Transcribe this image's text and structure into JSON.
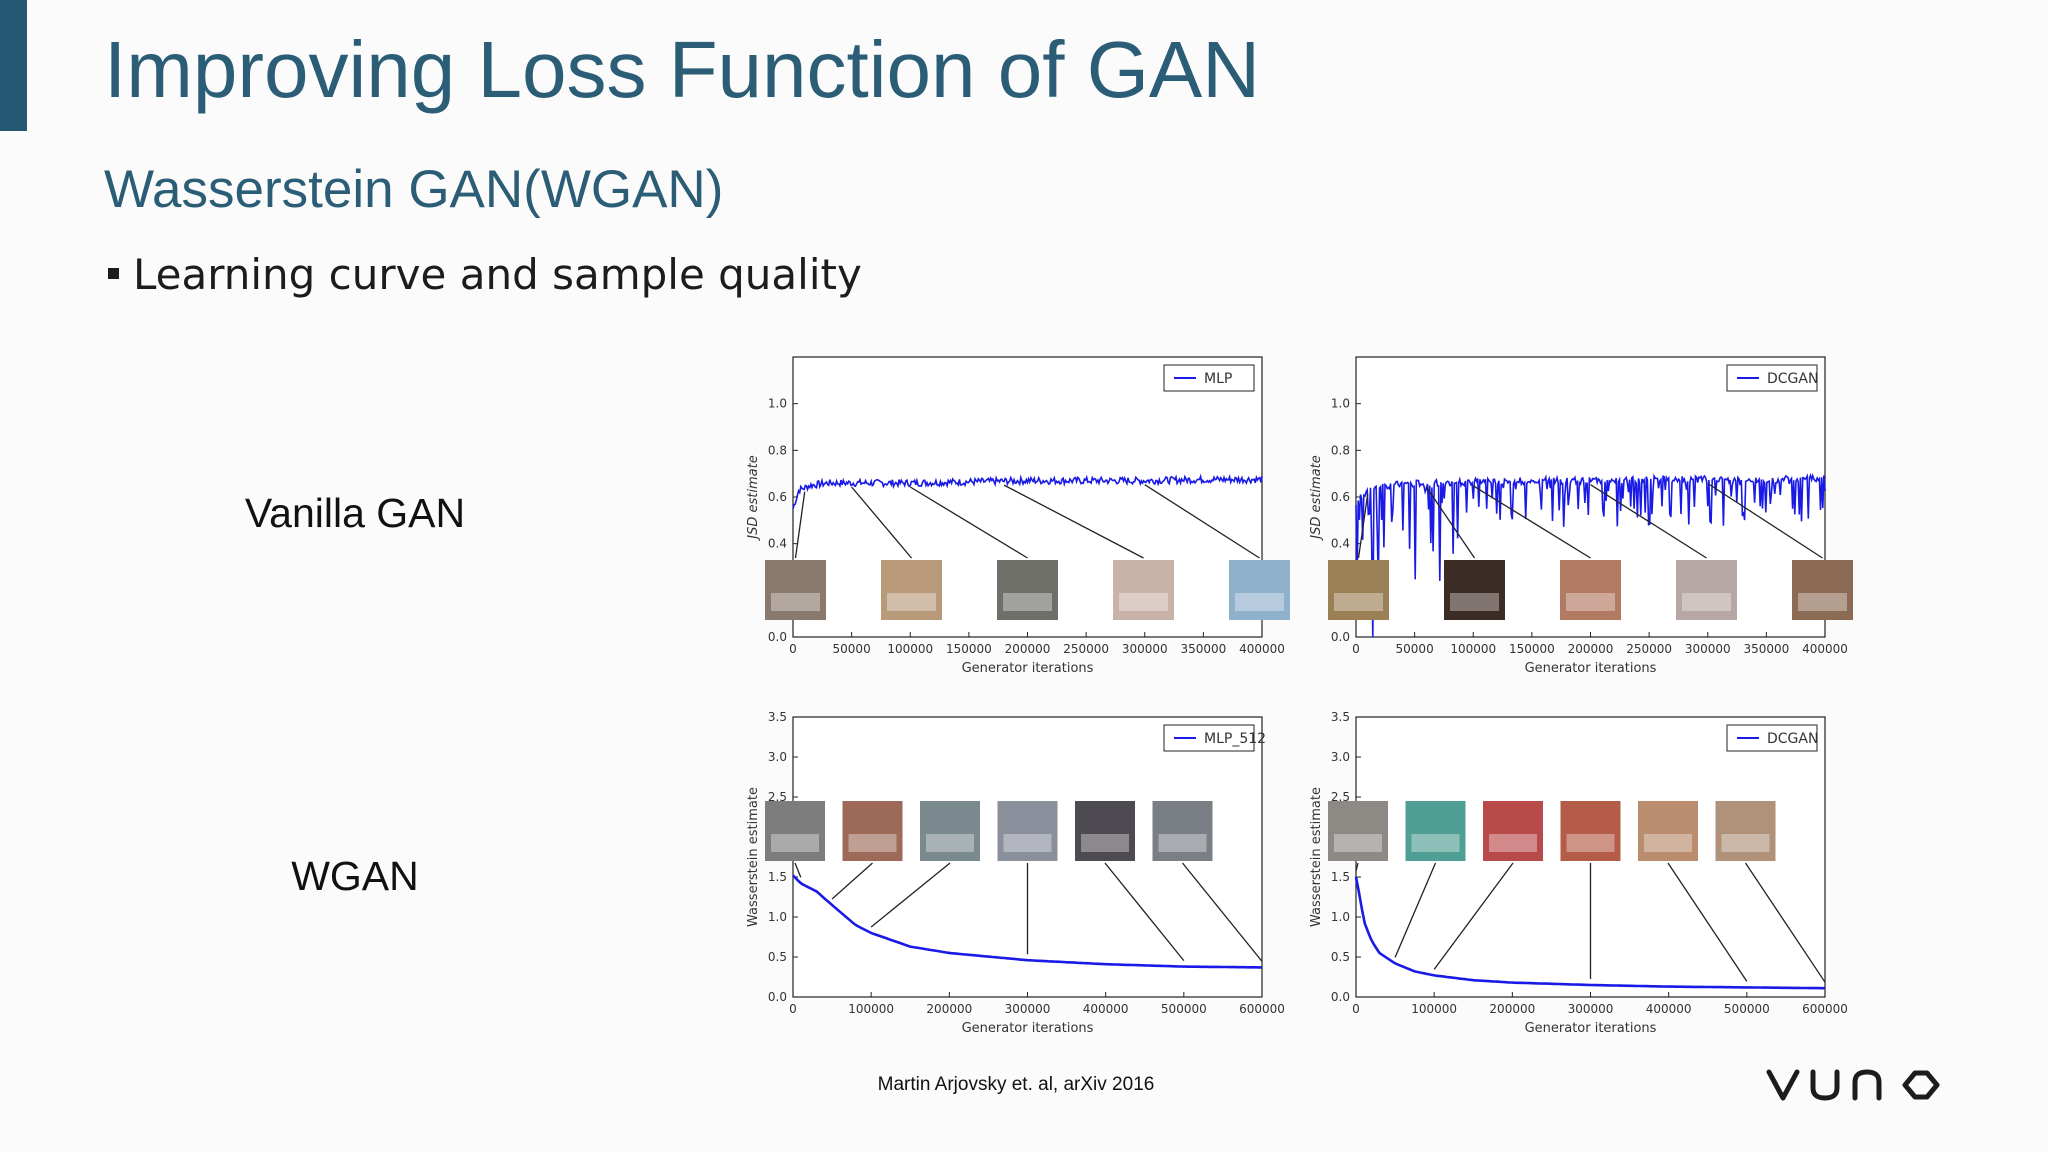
{
  "slide": {
    "title": "Improving Loss Function of GAN",
    "subtitle": "Wasserstein GAN(WGAN)",
    "bullet": "Learning curve and sample quality",
    "row_labels": {
      "vanilla": "Vanilla GAN",
      "wgan": "WGAN"
    },
    "citation": "Martin Arjovsky et. al, arXiv 2016",
    "logo_text": "vuno",
    "accent_color": "#255872",
    "title_color": "#2b5d76"
  },
  "chart_data": [
    {
      "type": "line",
      "panel": "vanilla-mlp",
      "legend": [
        "MLP"
      ],
      "xlabel": "Generator iterations",
      "ylabel": "JSD estimate",
      "xlim": [
        0,
        400000
      ],
      "ylim": [
        0,
        1.2
      ],
      "xticks": [
        "0",
        "50000",
        "100000",
        "150000",
        "200000",
        "250000",
        "300000",
        "350000",
        "400000"
      ],
      "yticks": [
        "0.0",
        "0.4",
        "0.6",
        "0.8",
        "1.0"
      ],
      "legend_position": "top-right",
      "color": "#1a1ae6",
      "series": [
        {
          "name": "MLP",
          "x": [
            0,
            5000,
            15000,
            30000,
            50000,
            100000,
            150000,
            200000,
            250000,
            300000,
            350000,
            400000
          ],
          "y": [
            0.55,
            0.63,
            0.65,
            0.66,
            0.66,
            0.66,
            0.665,
            0.67,
            0.67,
            0.67,
            0.675,
            0.675
          ]
        }
      ],
      "sample_iterations": [
        10000,
        50000,
        100000,
        180000,
        300000
      ]
    },
    {
      "type": "line",
      "panel": "vanilla-dcgan",
      "legend": [
        "DCGAN"
      ],
      "xlabel": "Generator iterations",
      "ylabel": "JSD estimate",
      "xlim": [
        0,
        400000
      ],
      "ylim": [
        0,
        1.2
      ],
      "xticks": [
        "0",
        "50000",
        "100000",
        "150000",
        "200000",
        "250000",
        "300000",
        "350000",
        "400000"
      ],
      "yticks": [
        "0.0",
        "0.4",
        "0.6",
        "0.8",
        "1.0"
      ],
      "legend_position": "top-right",
      "color": "#1a1ae6",
      "series": [
        {
          "name": "DCGAN",
          "x": [
            0,
            10000,
            30000,
            60000,
            100000,
            150000,
            200000,
            250000,
            300000,
            350000,
            400000
          ],
          "y": [
            0.58,
            0.63,
            0.65,
            0.66,
            0.665,
            0.67,
            0.67,
            0.675,
            0.675,
            0.675,
            0.68
          ]
        }
      ],
      "sample_iterations": [
        10000,
        60000,
        100000,
        200000,
        300000
      ]
    },
    {
      "type": "line",
      "panel": "wgan-mlp512",
      "legend": [
        "MLP_512"
      ],
      "xlabel": "Generator iterations",
      "ylabel": "Wasserstein estimate",
      "xlim": [
        0,
        600000
      ],
      "ylim": [
        0,
        3.5
      ],
      "xticks": [
        "0",
        "100000",
        "200000",
        "300000",
        "400000",
        "500000",
        "600000"
      ],
      "yticks": [
        "0.0",
        "0.5",
        "1.0",
        "1.5",
        "2.5",
        "3.0",
        "3.5"
      ],
      "legend_position": "top-right",
      "color": "#1a1ae6",
      "series": [
        {
          "name": "MLP_512",
          "x": [
            0,
            10000,
            30000,
            50000,
            80000,
            100000,
            150000,
            200000,
            300000,
            400000,
            500000,
            600000
          ],
          "y": [
            1.52,
            1.42,
            1.32,
            1.15,
            0.9,
            0.8,
            0.63,
            0.55,
            0.46,
            0.41,
            0.38,
            0.37
          ]
        }
      ],
      "sample_iterations": [
        10000,
        50000,
        100000,
        300000,
        500000,
        600000
      ]
    },
    {
      "type": "line",
      "panel": "wgan-dcgan",
      "legend": [
        "DCGAN"
      ],
      "xlabel": "Generator iterations",
      "ylabel": "Wasserstein estimate",
      "xlim": [
        0,
        600000
      ],
      "ylim": [
        0,
        3.5
      ],
      "xticks": [
        "0",
        "100000",
        "200000",
        "300000",
        "400000",
        "500000",
        "600000"
      ],
      "yticks": [
        "0.0",
        "0.5",
        "1.0",
        "1.5",
        "2.5",
        "3.0",
        "3.5"
      ],
      "legend_position": "top-right",
      "color": "#1a1ae6",
      "series": [
        {
          "name": "DCGAN",
          "x": [
            0,
            5000,
            10000,
            20000,
            30000,
            50000,
            75000,
            100000,
            150000,
            200000,
            300000,
            400000,
            500000,
            600000
          ],
          "y": [
            1.5,
            1.25,
            0.95,
            0.7,
            0.55,
            0.42,
            0.32,
            0.27,
            0.21,
            0.18,
            0.15,
            0.13,
            0.12,
            0.11
          ]
        }
      ],
      "sample_iterations": [
        0,
        50000,
        100000,
        300000,
        500000,
        600000
      ]
    }
  ]
}
